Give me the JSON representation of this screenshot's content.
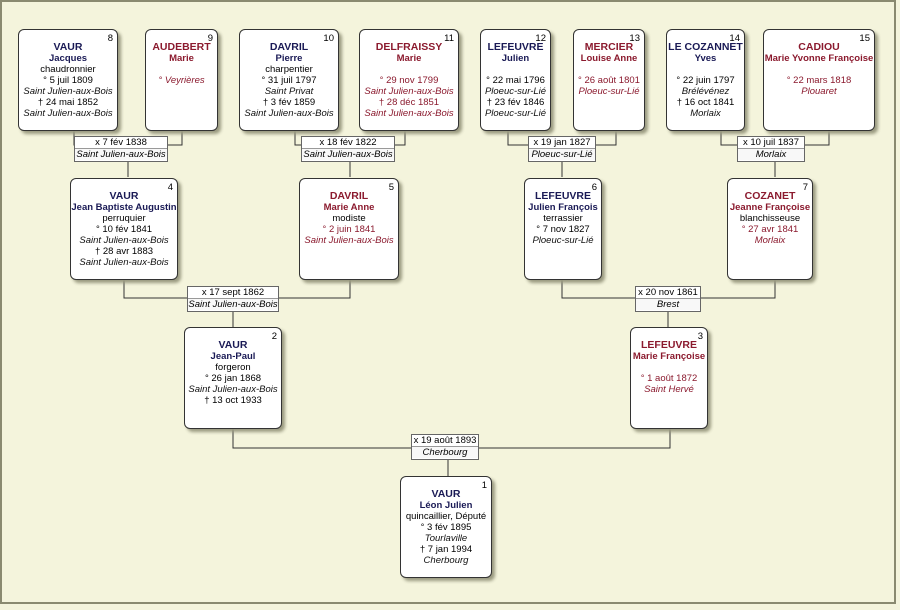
{
  "persons": {
    "p1": {
      "num": "1",
      "name": "VAUR",
      "first": "Léon Julien",
      "occupation": "quincaillier, Député",
      "l1": "° 3 fév 1895",
      "p1": "Tourlaville",
      "l2": "† 7 jan 1994",
      "p2": "Cherbourg"
    },
    "p2": {
      "num": "2",
      "name": "VAUR",
      "first": "Jean-Paul",
      "occupation": "forgeron",
      "l1": "° 26 jan 1868",
      "p1": "Saint Julien-aux-Bois",
      "l2": "† 13 oct 1933"
    },
    "p3": {
      "num": "3",
      "name": "LEFEUVRE",
      "first": "Marie Françoise",
      "l1": "° 1 août 1872",
      "p1": "Saint Hervé"
    },
    "p4": {
      "num": "4",
      "name": "VAUR",
      "first": "Jean Baptiste Augustin",
      "occupation": "perruquier",
      "l1": "° 10 fév 1841",
      "p1": "Saint Julien-aux-Bois",
      "l2": "† 28 avr 1883",
      "p2": "Saint Julien-aux-Bois"
    },
    "p5": {
      "num": "5",
      "name": "DAVRIL",
      "first": "Marie Anne",
      "occupation": "modiste",
      "l1": "° 2 juin 1841",
      "p1": "Saint Julien-aux-Bois"
    },
    "p6": {
      "num": "6",
      "name": "LEFEUVRE",
      "first": "Julien François",
      "occupation": "terrassier",
      "l1": "° 7 nov 1827",
      "p1": "Ploeuc-sur-Lié"
    },
    "p7": {
      "num": "7",
      "name": "COZANET",
      "first": "Jeanne Françoise",
      "occupation": "blanchisseuse",
      "l1": "° 27 avr 1841",
      "p1": "Morlaix"
    },
    "p8": {
      "num": "8",
      "name": "VAUR",
      "first": "Jacques",
      "occupation": "chaudronnier",
      "l1": "° 5 juil 1809",
      "p1": "Saint Julien-aux-Bois",
      "l2": "† 24 mai 1852",
      "p2": "Saint Julien-aux-Bois"
    },
    "p9": {
      "num": "9",
      "name": "AUDEBERT",
      "first": "Marie",
      "p1": "° Veyrières"
    },
    "p10": {
      "num": "10",
      "name": "DAVRIL",
      "first": "Pierre",
      "occupation": "charpentier",
      "l1": "° 31 juil 1797",
      "p1": "Saint Privat",
      "l2": "† 3 fév 1859",
      "p2": "Saint Julien-aux-Bois"
    },
    "p11": {
      "num": "11",
      "name": "DELFRAISSY",
      "first": "Marie",
      "l1": "° 29 nov 1799",
      "p1": "Saint Julien-aux-Bois",
      "l2": "† 28 déc 1851",
      "p2": "Saint Julien-aux-Bois"
    },
    "p12": {
      "num": "12",
      "name": "LEFEUVRE",
      "first": "Julien",
      "l1": "° 22 mai 1796",
      "p1": "Ploeuc-sur-Lié",
      "l2": "† 23 fév 1846",
      "p2": "Ploeuc-sur-Lié"
    },
    "p13": {
      "num": "13",
      "name": "MERCIER",
      "first": "Louise Anne",
      "l1": "° 26 août 1801",
      "p1": "Ploeuc-sur-Lié"
    },
    "p14": {
      "num": "14",
      "name": "LE COZANNET",
      "first": "Yves",
      "l1": "° 22 juin 1797",
      "p1": "Brélévénez",
      "l2": "† 16 oct 1841",
      "p2": "Morlaix"
    },
    "p15": {
      "num": "15",
      "name": "CADIOU",
      "first": "Marie Yvonne Françoise",
      "l1": "° 22 mars 1818",
      "p1": "Plouaret"
    }
  },
  "marriages": {
    "m1": {
      "date": "x 19 août 1893",
      "place": "Cherbourg"
    },
    "m2": {
      "date": "x 17 sept 1862",
      "place": "Saint Julien-aux-Bois"
    },
    "m3": {
      "date": "x 20 nov 1861",
      "place": "Brest"
    },
    "m4": {
      "date": "x 7 fév 1838",
      "place": "Saint Julien-aux-Bois"
    },
    "m5": {
      "date": "x 18 fév 1822",
      "place": "Saint Julien-aux-Bois"
    },
    "m6": {
      "date": "x 19 jan 1827",
      "place": "Ploeuc-sur-Lié"
    },
    "m7": {
      "date": "x 10 juil 1837",
      "place": "Morlaix"
    }
  }
}
